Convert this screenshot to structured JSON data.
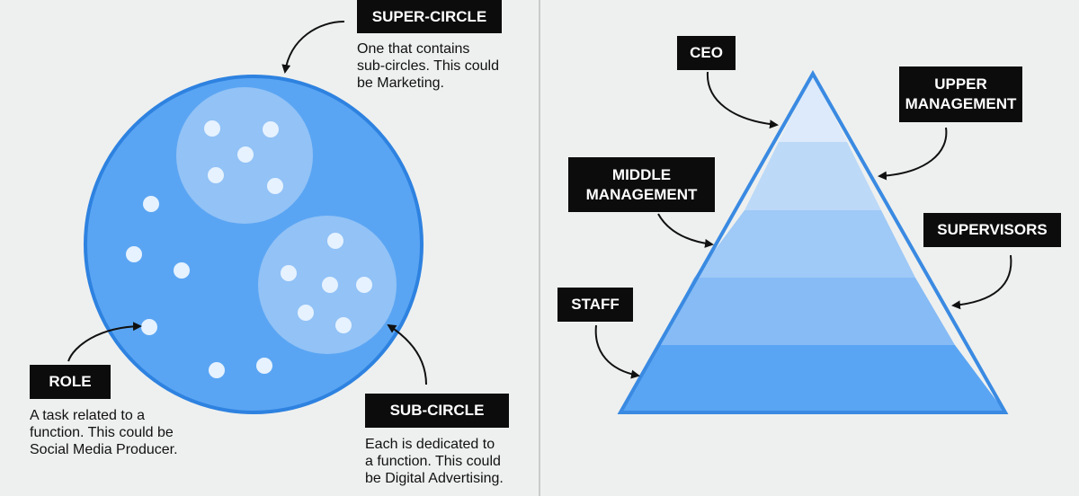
{
  "colors": {
    "background": "#eef0ef",
    "divider": "#c9cccc",
    "super_circle_fill": "#5aa5f3",
    "super_circle_stroke": "#2e82e0",
    "sub_circle_fill": "#92c2f6",
    "dot": "#e6f2ff",
    "label_box": "#0c0c0c",
    "pyramid_stroke": "#3a8ae2",
    "pyramid_tiers": [
      "#dceafb",
      "#bcd9f8",
      "#9fc9f6",
      "#86bbf5",
      "#5aa5f3"
    ]
  },
  "circle_model": {
    "super_circle": {
      "label": "SUPER-CIRCLE",
      "desc": [
        "One that contains",
        "sub-circles. This could",
        "be Marketing."
      ]
    },
    "sub_circle": {
      "label": "SUB-CIRCLE",
      "desc": [
        "Each is dedicated to",
        "a function. This could",
        "be Digital Advertising."
      ]
    },
    "role": {
      "label": "ROLE",
      "desc": [
        "A task related to a",
        "function. This could be",
        "Social Media Producer."
      ]
    }
  },
  "pyramid_model": {
    "ceo": {
      "label": [
        "CEO"
      ]
    },
    "upper_management": {
      "label": [
        "UPPER",
        "MANAGEMENT"
      ]
    },
    "middle_management": {
      "label": [
        "MIDDLE",
        "MANAGEMENT"
      ]
    },
    "supervisors": {
      "label": [
        "SUPERVISORS"
      ]
    },
    "staff": {
      "label": [
        "STAFF"
      ]
    }
  }
}
